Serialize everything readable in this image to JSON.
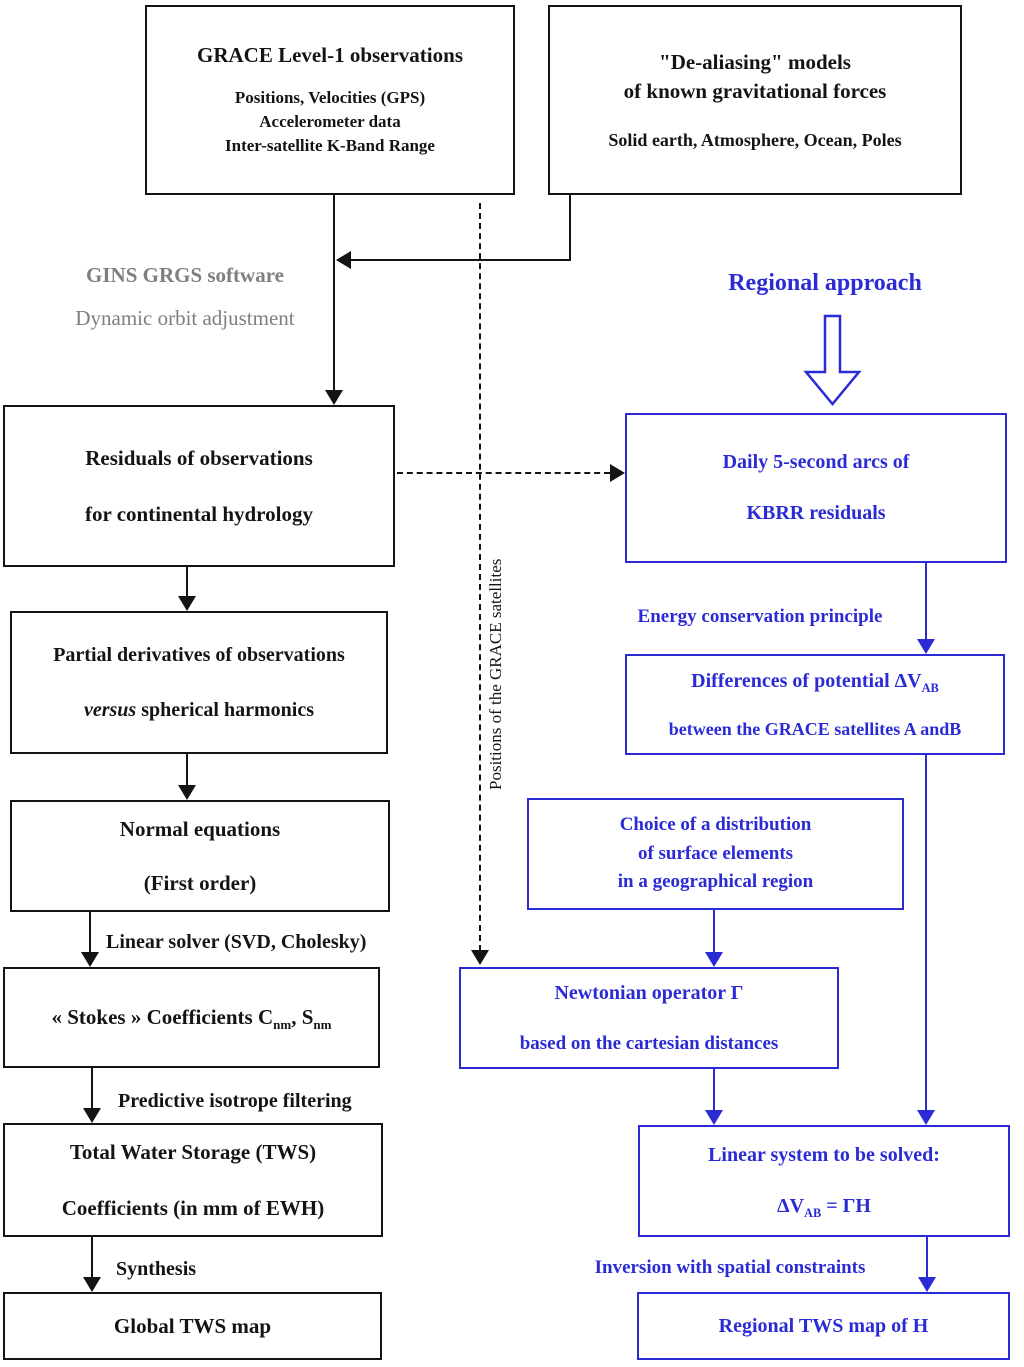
{
  "colors": {
    "regional_blue": "#2b2bd6",
    "label_gray": "#7f7f7f",
    "diagram_black": "#141414"
  },
  "global": {
    "grace_box": {
      "title": "GRACE Level-1 observations",
      "line1": "Positions, Velocities (GPS)",
      "line2": "Accelerometer data",
      "line3": "Inter-satellite K-Band Range"
    },
    "dealiasing_box": {
      "title_line1": "\"De-aliasing\" models",
      "title_line2": "of known gravitational forces",
      "subtitle": "Solid earth, Atmosphere, Ocean, Poles"
    },
    "software_label_line1": "GINS GRGS software",
    "software_label_line2": "Dynamic orbit adjustment",
    "residuals_box": {
      "line1": "Residuals of observations",
      "line2": "for continental hydrology"
    },
    "partial_box": {
      "line1": "Partial derivatives of observations",
      "line2_italic": "versus",
      "line2_rest": " spherical harmonics"
    },
    "normal_box": {
      "line1": "Normal equations",
      "line2": "(First order)"
    },
    "linear_solver_label": "Linear solver (SVD, Cholesky)",
    "stokes_box": {
      "part1": "« Stokes » Coefficients C",
      "sub1": "nm",
      "part2": ", S",
      "sub2": "nm"
    },
    "filtering_label": "Predictive isotrope filtering",
    "tws_box": {
      "line1": "Total Water Storage (TWS)",
      "line2": "Coefficients (in mm of EWH)"
    },
    "synthesis_label": "Synthesis",
    "global_map_box": {
      "line1": "Global TWS map"
    }
  },
  "regional": {
    "approach_label": "Regional approach",
    "daily_box": {
      "line1": "Daily 5-second arcs of",
      "line2": "KBRR residuals"
    },
    "energy_label": "Energy conservation principle",
    "diff_box": {
      "line1_main": "Differences of potential ΔV",
      "line1_sub": "AB",
      "line2": "between the GRACE satellites A andB"
    },
    "choice_box": {
      "line1": "Choice of a distribution",
      "line2": "of surface elements",
      "line3": "in a geographical region"
    },
    "newton_box": {
      "line1": "Newtonian operator Γ",
      "line2": "based on the cartesian distances"
    },
    "linsys_box": {
      "line1": "Linear system to be solved:",
      "eq_main": "ΔV",
      "eq_sub": "AB",
      "eq_rest": " = ΓH"
    },
    "inversion_label": "Inversion with spatial constraints",
    "regional_map_box": {
      "line1": "Regional TWS map of H"
    }
  },
  "connector_label": "Positions of the GRACE satellites"
}
